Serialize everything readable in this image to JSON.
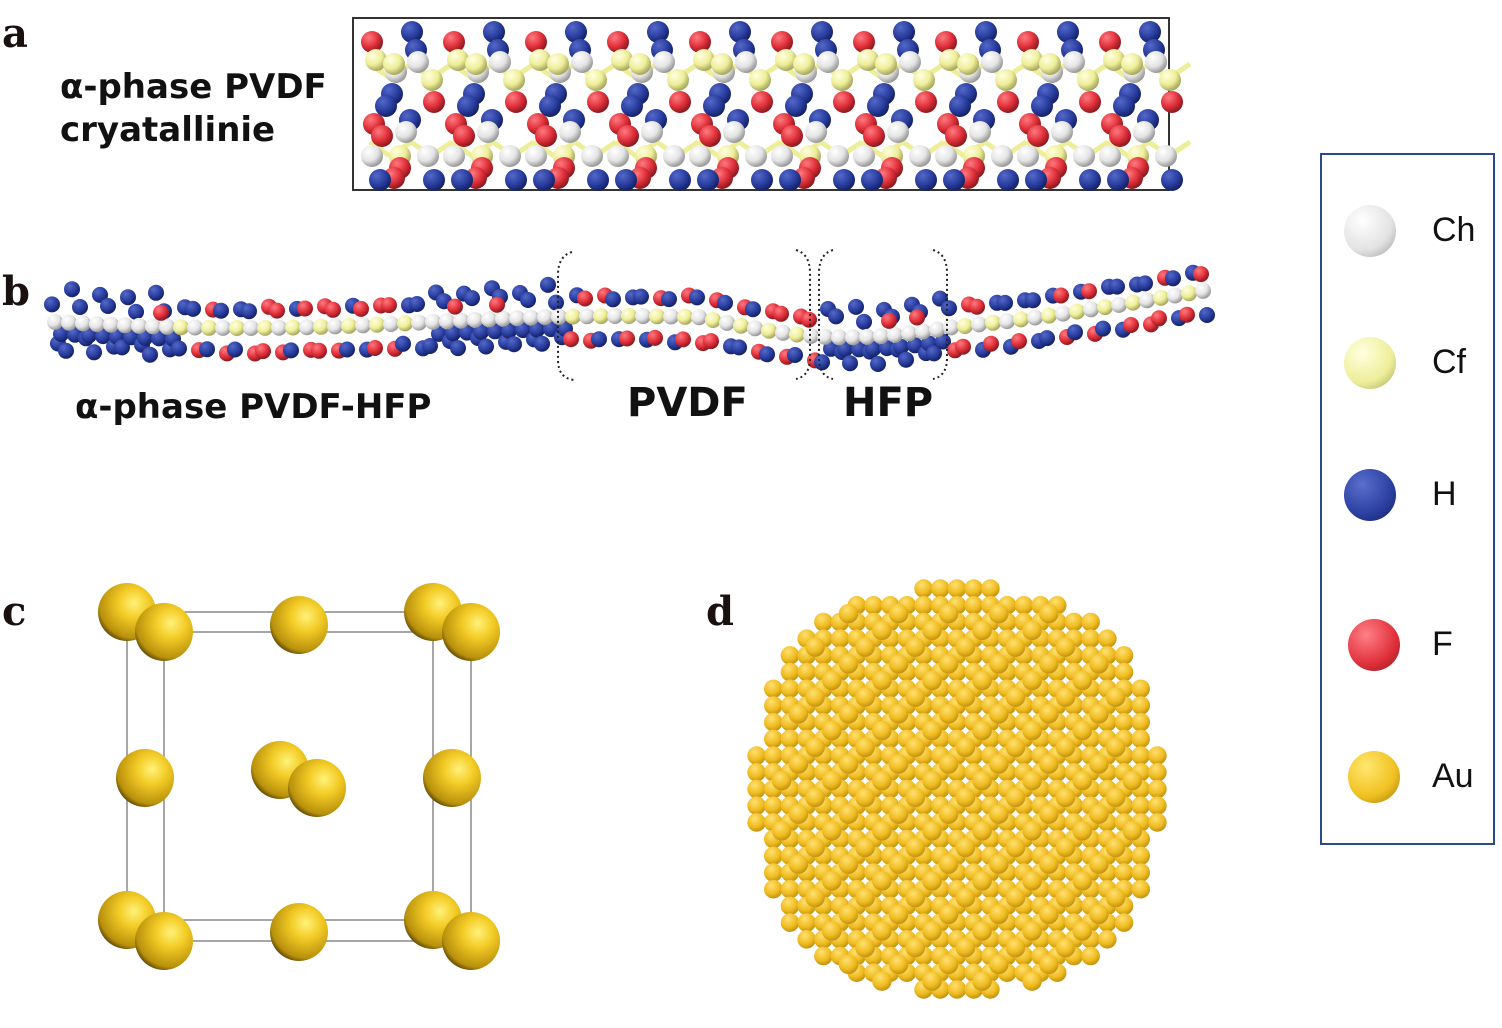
{
  "figure": {
    "panels": {
      "a": {
        "letter": "a",
        "caption_line1": "α-phase PVDF",
        "caption_line2": "cryatallinie"
      },
      "b": {
        "letter": "b",
        "caption": "α-phase PVDF-HFP",
        "segment_labels": [
          "PVDF",
          "HFP"
        ]
      },
      "c": {
        "letter": "c"
      },
      "d": {
        "letter": "d"
      }
    },
    "legend": {
      "items": [
        {
          "label": "Ch",
          "color": "#e8e8e8",
          "name": "carbon-h-atom-icon"
        },
        {
          "label": "Cf",
          "color": "#eeee99",
          "name": "carbon-f-atom-icon"
        },
        {
          "label": "H",
          "color": "#2a3fa0",
          "name": "hydrogen-atom-icon"
        },
        {
          "label": "F",
          "color": "#e0303a",
          "name": "fluorine-atom-icon"
        },
        {
          "label": "Au",
          "color": "#f0c020",
          "name": "gold-atom-icon"
        }
      ]
    },
    "colors": {
      "Ch": "#e8e8e8",
      "Cf": "#eeee99",
      "H": "#2a3fa0",
      "F": "#e0303a",
      "Au": "#f0c020",
      "legend_border": "#2b4a8a",
      "cell_line": "#888888"
    }
  }
}
